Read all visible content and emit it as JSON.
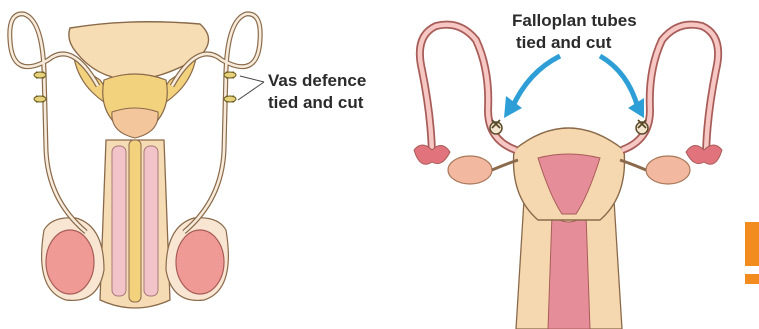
{
  "labels": {
    "vas_line1": "Vas defence",
    "vas_line2": "tied and cut",
    "fallopian_line1": "Falloplan tubes",
    "fallopian_line2": "tied and cut"
  },
  "colors": {
    "arrow": "#2e9fd6",
    "accent_orange": "#f28c1e",
    "bladder": "#f6ddb3",
    "prostate": "#f3d27d",
    "testis": "#f09a95",
    "duct": "#e8c9c4",
    "uterus_wall": "#f6d8b0",
    "uterus_inner": "#e58e99",
    "ovary": "#f2b9a0"
  },
  "icons": {
    "clip": "ligature-clip-icon"
  }
}
